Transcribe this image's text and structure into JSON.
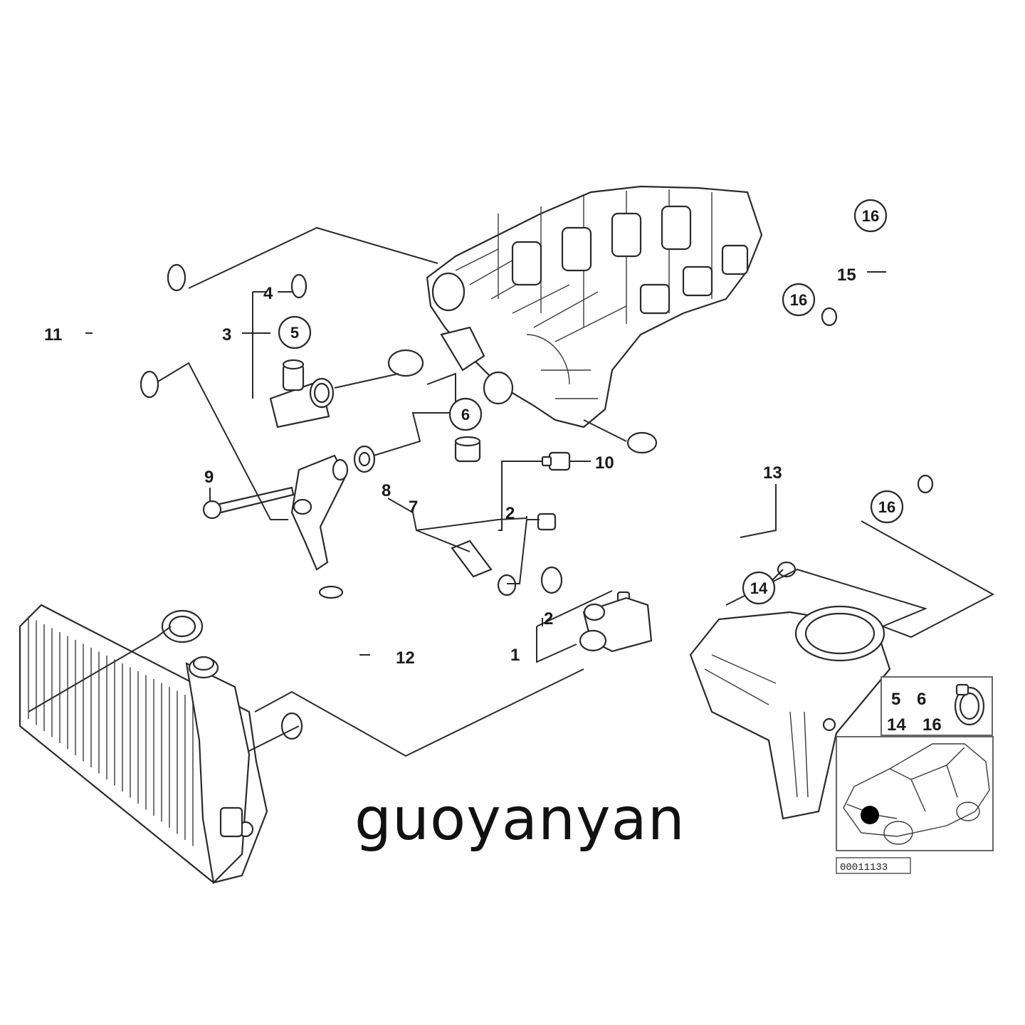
{
  "callouts": {
    "c1": "1",
    "c2a": "2",
    "c2b": "2",
    "c3": "3",
    "c4": "4",
    "c5": "5",
    "c6": "6",
    "c7": "7",
    "c8": "8",
    "c9": "9",
    "c10": "10",
    "c11": "11",
    "c12": "12",
    "c13": "13",
    "c14": "14",
    "c15": "15",
    "c16a": "16",
    "c16b": "16",
    "c16c": "16"
  },
  "clamp_legend": {
    "l5": "5",
    "l6": "6",
    "l14": "14",
    "l16": "16"
  },
  "reference_number": "00011133",
  "watermark": "guoyanyan",
  "colors": {
    "line": "#2a2a2a",
    "background": "#ffffff",
    "marker": "#000000"
  }
}
